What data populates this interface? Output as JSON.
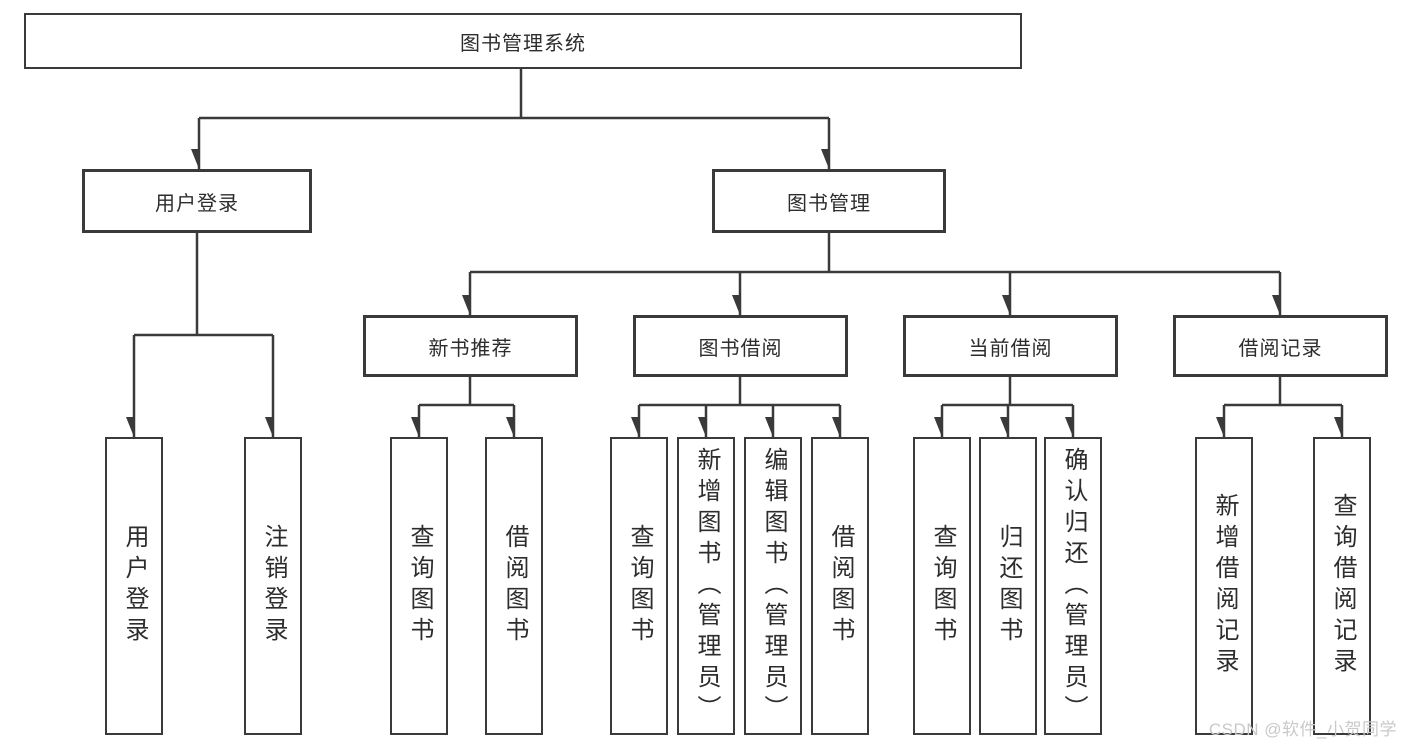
{
  "nodes": {
    "root": "图书管理系统",
    "level1": [
      "用户登录",
      "图书管理"
    ],
    "level2": [
      "新书推荐",
      "图书借阅",
      "当前借阅",
      "借阅记录"
    ],
    "leaves_login": [
      "用户登录",
      "注销登录"
    ],
    "leaves_recommend": [
      "查询图书",
      "借阅图书"
    ],
    "leaves_borrow": [
      "查询图书",
      "新增图书（管理员）",
      "编辑图书（管理员）",
      "借阅图书"
    ],
    "leaves_current": [
      "查询图书",
      "归还图书",
      "确认归还（管理员）"
    ],
    "leaves_record": [
      "新增借阅记录",
      "查询借阅记录"
    ]
  },
  "watermark": "CSDN @软件_小贺同学",
  "colors": {
    "line": "#3a3a3a",
    "border": "#3a3a3a",
    "text": "#2d2d2d",
    "watermark": "#c9c9c9",
    "background": "#ffffff"
  }
}
